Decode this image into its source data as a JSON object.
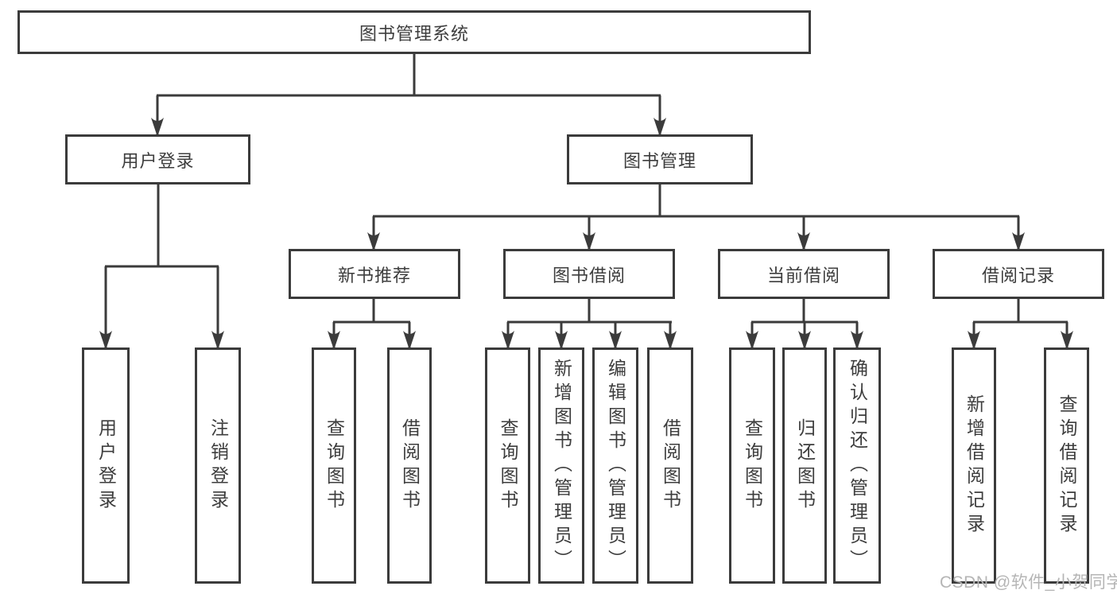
{
  "diagram": {
    "root": "图书管理系统",
    "branches": [
      {
        "label": "用户登录",
        "children": [
          "用户登录",
          "注销登录"
        ]
      },
      {
        "label": "图书管理",
        "groups": [
          {
            "label": "新书推荐",
            "children": [
              "查询图书",
              "借阅图书"
            ]
          },
          {
            "label": "图书借阅",
            "children": [
              "查询图书",
              "新增图书（管理员）",
              "编辑图书（管理员）",
              "借阅图书"
            ]
          },
          {
            "label": "当前借阅",
            "children": [
              "查询图书",
              "归还图书",
              "确认归还（管理员）"
            ]
          },
          {
            "label": "借阅记录",
            "children": [
              "新增借阅记录",
              "查询借阅记录"
            ]
          }
        ]
      }
    ]
  },
  "watermark": "CSDN @软件_小贺同学",
  "colors": {
    "line": "#3b3b3b",
    "text": "#3d3d3d",
    "background": "#ffffff",
    "watermark": "#b5b5b5"
  }
}
